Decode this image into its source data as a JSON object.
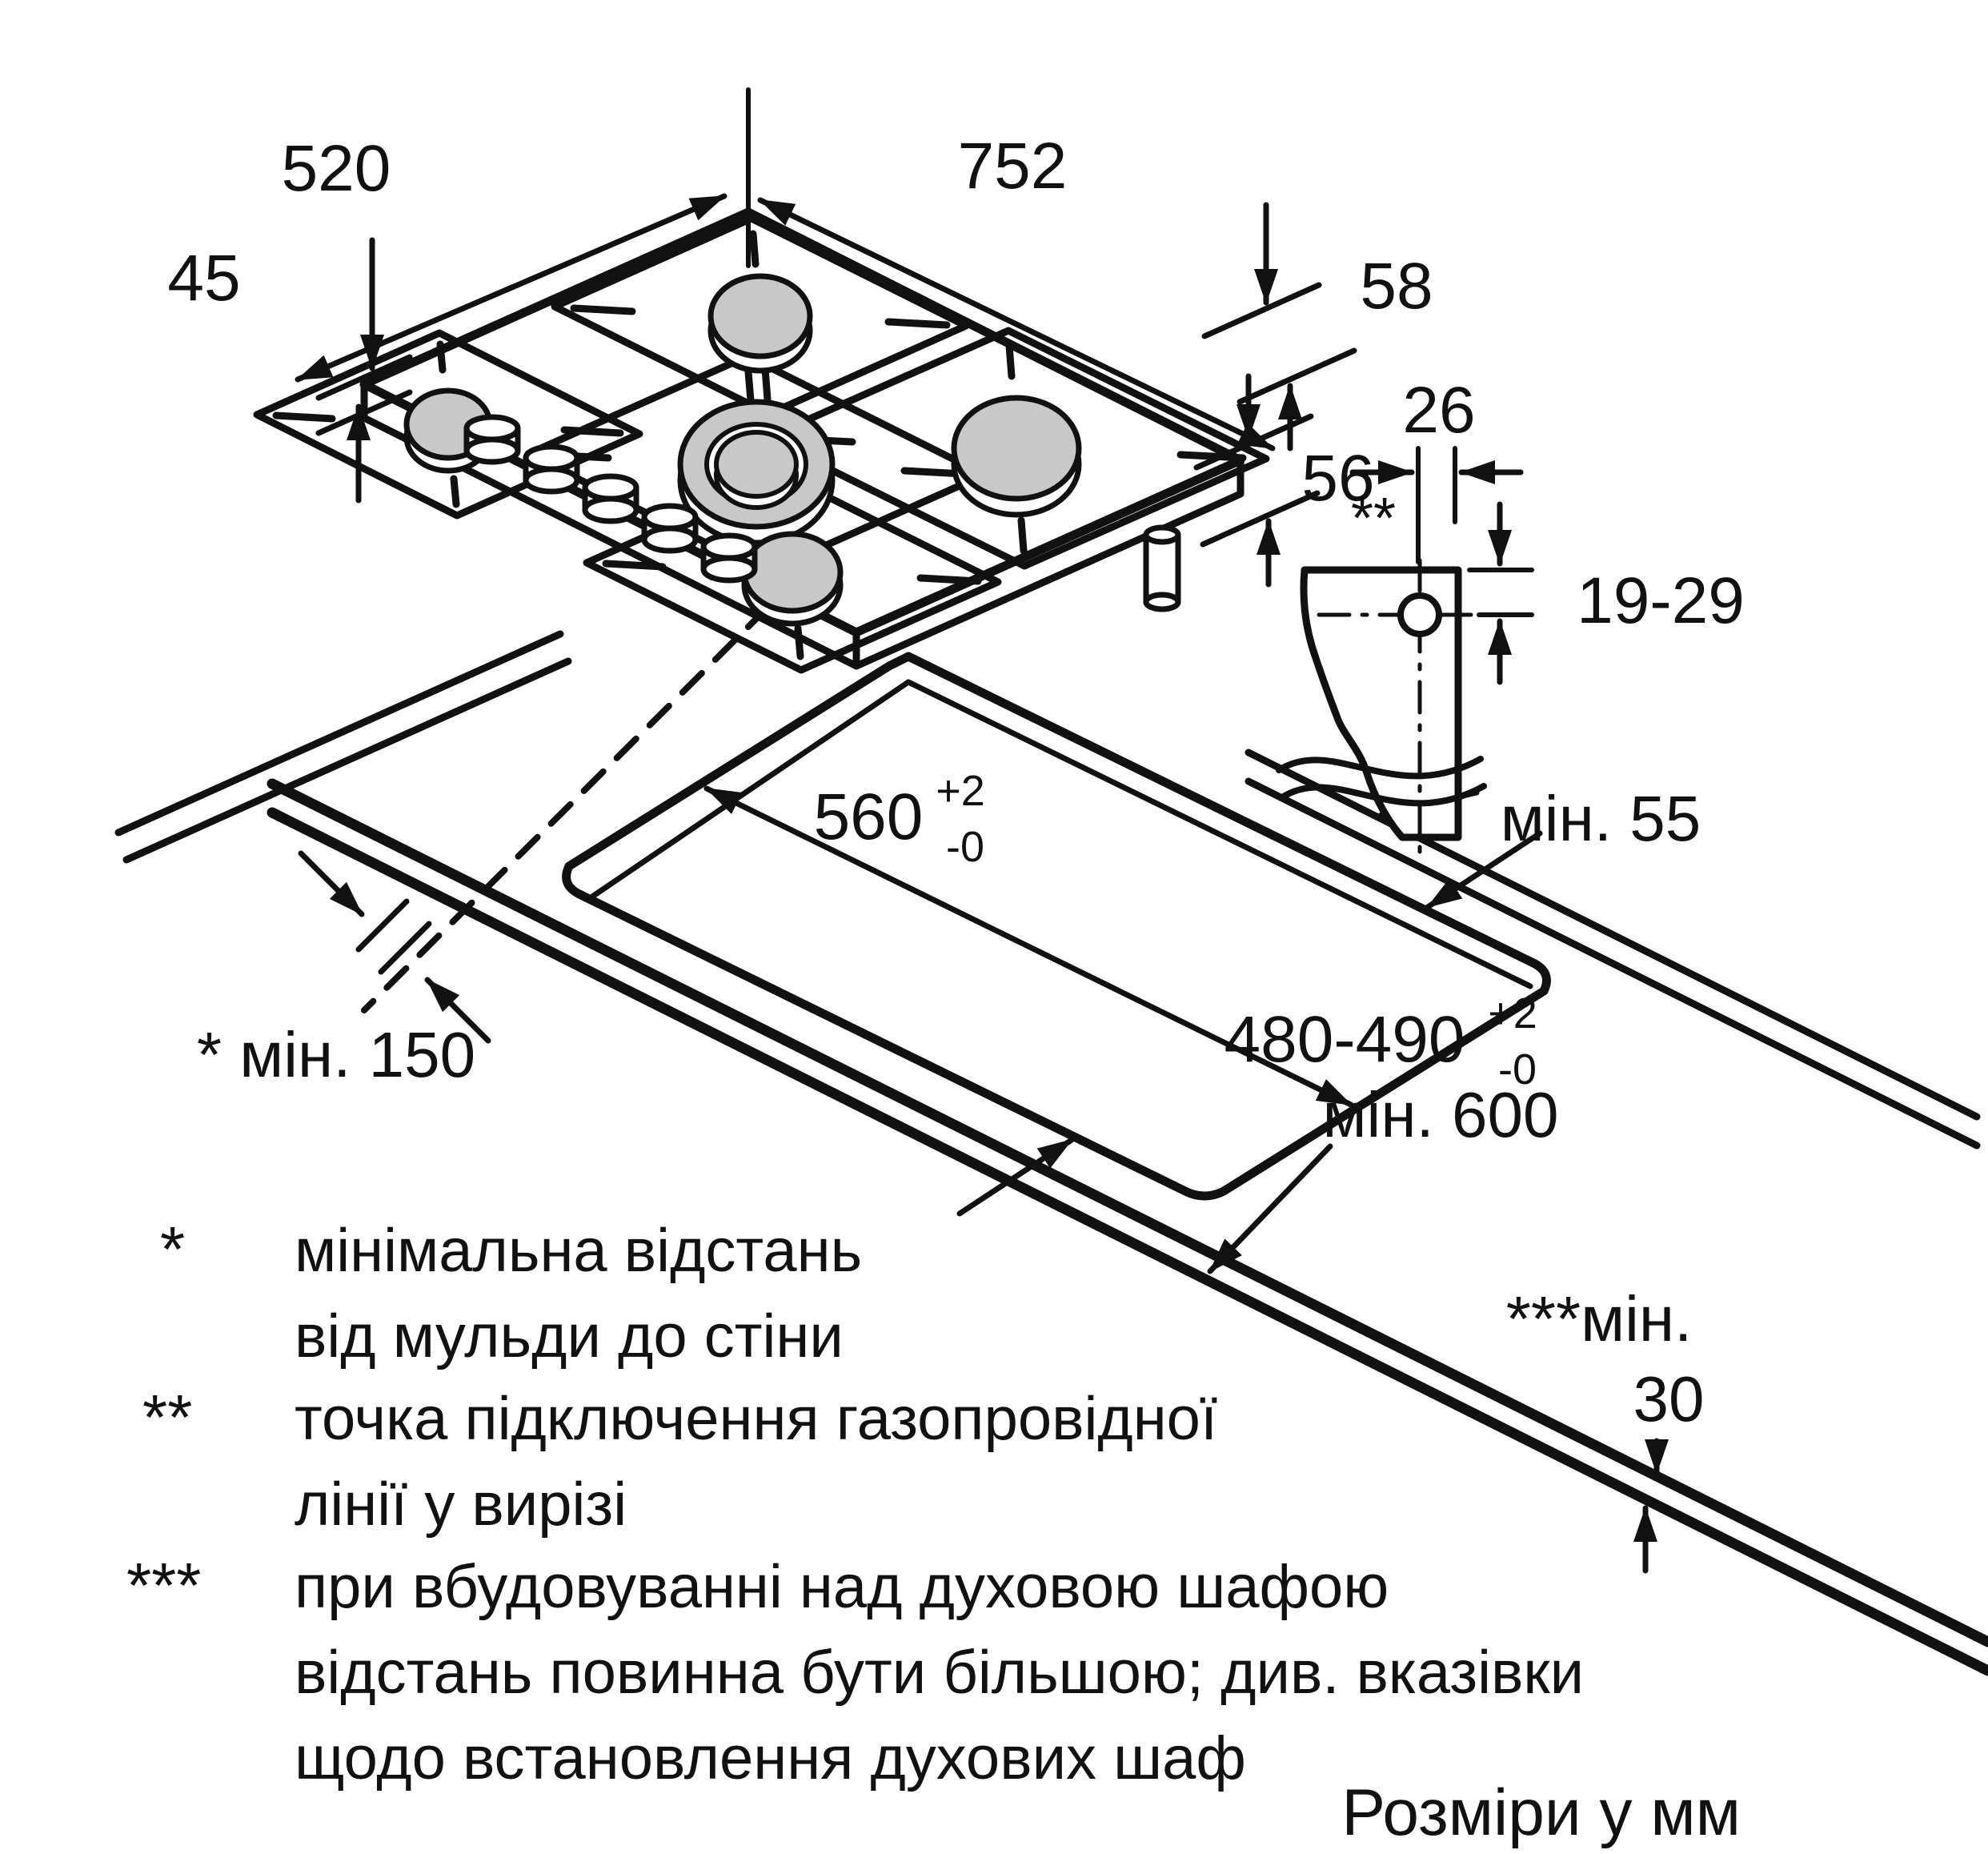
{
  "diagram_title": "gas-hob-installation-dimensions",
  "dims": {
    "hob_width": "752",
    "hob_depth": "520",
    "hob_top_height": "45",
    "grate_height": "58",
    "body_depth_below": "56",
    "bracket_offset": "26",
    "gas_point_marker": "**",
    "gas_point_range": "19-29",
    "cutout_width": "560",
    "cutout_width_tol_plus": "+2",
    "cutout_width_tol_minus": "-0",
    "cutout_depth": "480-490",
    "cutout_depth_tol_plus": "+2",
    "cutout_depth_tol_minus": "-0",
    "min_wall_clearance": "* мін. 150",
    "min_back_clearance": "мін. 55",
    "min_worktop_depth": "мін. 600",
    "min_oven_gap_label": "***мін.",
    "min_oven_gap_value": "30"
  },
  "footnotes": [
    {
      "marker": "*",
      "lines": [
        "мінімальна відстань",
        "від мульди до стіни"
      ]
    },
    {
      "marker": "**",
      "lines": [
        "точка підключення газопровідної",
        "лінії у вирізі"
      ]
    },
    {
      "marker": "***",
      "lines": [
        "при вбудовуванні над духовою шафою",
        "відстань повинна бути більшою; див. вказівки",
        "щодо встановлення духових шаф"
      ]
    }
  ],
  "units_note": "Розміри у мм",
  "colors": {
    "ink": "#111111",
    "burner_cap_gray": "#c8c8c8",
    "paper": "#ffffff"
  }
}
